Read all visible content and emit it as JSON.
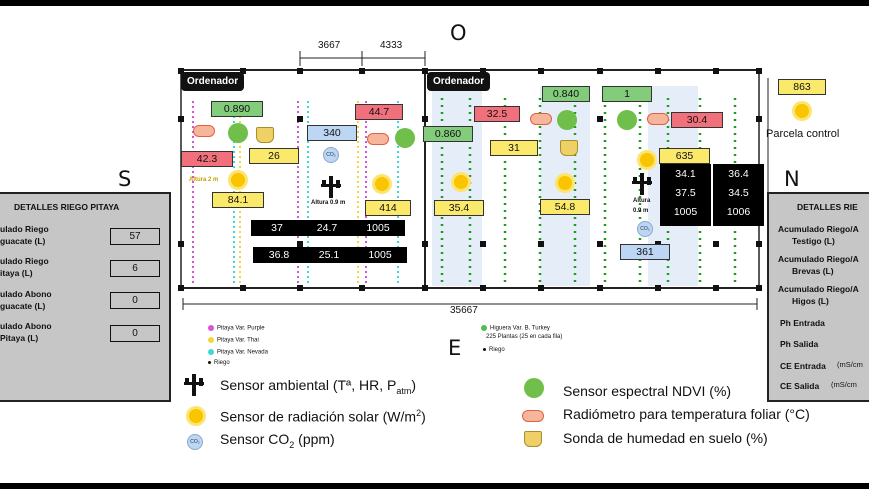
{
  "compass": {
    "north": "N",
    "south": "S",
    "east": "E",
    "west": "O"
  },
  "dimensions": {
    "left_span": "3667",
    "right_span": "4333",
    "total": "35667"
  },
  "ordenador": {
    "left": "Ordenador",
    "right": "Ordenador"
  },
  "values": {
    "ndvi_left": "0.890",
    "rad_left": "42.3",
    "soil_left": "26",
    "sun_left": "84.1",
    "co2_left": "340",
    "rad_mid": "44.7",
    "sun_mid": "414",
    "ndvi_mid": "0.860",
    "rad_mid2": "32.5",
    "soil_mid": "31",
    "sun_mid2": "35.4",
    "sun_mid3": "54.8",
    "ndvi_right1": "0.840",
    "ndvi_right2": "1",
    "rad_right": "30.4",
    "sun_right": "635",
    "co2_right": "361",
    "control_sun": "863"
  },
  "black_table_left": [
    [
      "37",
      "24.7",
      "1005"
    ],
    [
      "36.8",
      "25.1",
      "1005"
    ]
  ],
  "black_table_right": [
    [
      "34.1",
      "37.5",
      "1005"
    ],
    [
      "36.4",
      "34.5",
      "1006"
    ]
  ],
  "altura": {
    "a2": "Altura 2 m",
    "a09a": "Altura 0.9 m",
    "a09b": "Altura",
    "a09c": "0.9 m"
  },
  "parcela_control": "Parcela control",
  "panel_left": {
    "title": "DETALLES RIEGO PITAYA",
    "rows": [
      {
        "label1": "ulado Riego",
        "label2": "guacate (L)",
        "value": "57"
      },
      {
        "label1": "ulado Riego",
        "label2": "itaya (L)",
        "value": "6"
      },
      {
        "label1": "ulado Abono",
        "label2": "guacate (L)",
        "value": "0"
      },
      {
        "label1": "ulado Abono",
        "label2": "Pitaya (L)",
        "value": "0"
      }
    ]
  },
  "panel_right": {
    "title": "DETALLES RIE",
    "rows": [
      {
        "label1": "Acumulado Riego/A",
        "label2": "Testigo (L)"
      },
      {
        "label1": "Acumulado Riego/A",
        "label2": "Brevas (L)"
      },
      {
        "label1": "Acumulado Riego/A",
        "label2": "Higos (L)"
      },
      {
        "label1": "Ph Entrada",
        "label2": ""
      },
      {
        "label1": "Ph Salida",
        "label2": ""
      },
      {
        "label1": "CE Entrada",
        "label2": "(mS/cm"
      },
      {
        "label1": "CE Salida",
        "label2": "(mS/cm"
      }
    ]
  },
  "legend_small_left": [
    "Pitaya Var. Purple",
    "Pitaya Var. Thai",
    "Pitaya Var. Nevada",
    "Riego"
  ],
  "legend_small_right": {
    "higuera": "Higuera Var. B. Turkey",
    "plantas": "225 Plantas (25 en cada fila)",
    "riego": "Riego"
  },
  "legend_big": {
    "amb": "Sensor ambiental (Tª, HR, P",
    "amb_sub": "atm",
    "amb_end": ")",
    "rad": "Sensor de radiación solar (W/m",
    "rad_sup": "2",
    "rad_end": ")",
    "co2": "Sensor CO",
    "co2_sub": "2",
    "co2_end": " (ppm)",
    "ndvi": "Sensor espectral NDVI (%)",
    "radiometro": "Radiómetro para temperatura foliar (°C)",
    "sonda": "Sonda de humedad en suelo (%)"
  },
  "icon_text": {
    "co2": "CO₂"
  },
  "colors": {
    "green": "#82cc7c",
    "red": "#f0707b",
    "yellow": "#fbe96b",
    "blue": "#bcd6f4",
    "panel": "#c6c6c6"
  }
}
